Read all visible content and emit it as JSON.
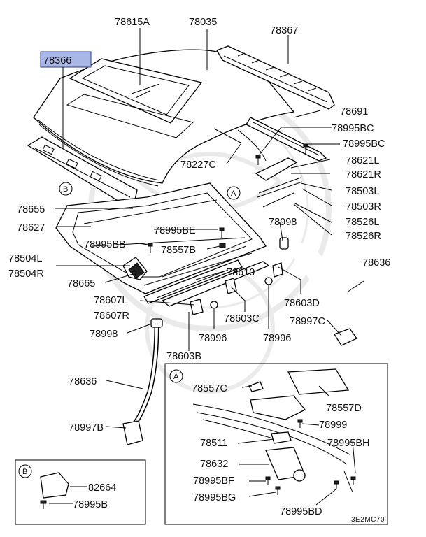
{
  "diagram_code": "3E2MC70",
  "highlight_color": "#a9b7e6",
  "labels": {
    "p78366": "78366",
    "p78615A": "78615A",
    "p78035": "78035",
    "p78367": "78367",
    "p78691": "78691",
    "p78995BC_1": "78995BC",
    "p78995BC_2": "78995BC",
    "p78227C": "78227C",
    "p78621L": "78621L",
    "p78621R": "78621R",
    "p78503L": "78503L",
    "p78503R": "78503R",
    "p78526L": "78526L",
    "p78526R": "78526R",
    "p78655": "78655",
    "p78627": "78627",
    "p78995BE": "78995BE",
    "p78995BB": "78995BB",
    "p78557B": "78557B",
    "p78998_top": "78998",
    "p78504L": "78504L",
    "p78504R": "78504R",
    "p78636_top": "78636",
    "p78665": "78665",
    "p78610": "78610",
    "p78607L": "78607L",
    "p78607R": "78607R",
    "p78603D": "78603D",
    "p78603C": "78603C",
    "p78997C": "78997C",
    "p78998_left": "78998",
    "p78996_1": "78996",
    "p78996_2": "78996",
    "p78603B": "78603B",
    "p78636_left": "78636",
    "p78997B": "78997B",
    "p78557C": "78557C",
    "p78557D": "78557D",
    "p78999": "78999",
    "p78511": "78511",
    "p78995BH": "78995BH",
    "p78632": "78632",
    "p78995BF": "78995BF",
    "p78995BG": "78995BG",
    "p78995BD": "78995BD",
    "p82664": "82664",
    "p78995B": "78995B"
  },
  "callouts": {
    "a_main": "A",
    "a_box": "A",
    "b_main": "B",
    "b_box": "B"
  }
}
